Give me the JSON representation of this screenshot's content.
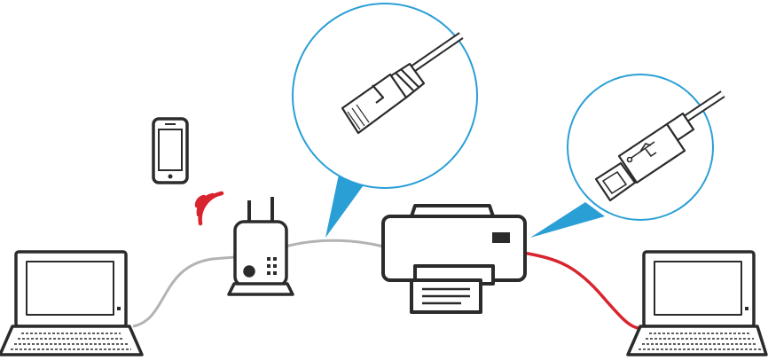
{
  "colors": {
    "background": "#ffffff",
    "outline": "#2b2b2b",
    "cable_gray": "#b3b3b3",
    "cable_red": "#d9232e",
    "callout_blue": "#2a9fd6",
    "wifi_red": "#d9232e",
    "screen_fill": "#ffffff"
  },
  "icons": {
    "left_laptop": "laptop-icon",
    "right_laptop": "laptop-icon",
    "smartphone": "smartphone-icon",
    "wireless_signal": "wifi-signal-icon",
    "router": "wireless-router-icon",
    "printer": "printer-icon",
    "ethernet_connector": "rj45-connector-icon",
    "usb_connector": "usb-type-b-connector-icon",
    "usb_symbol": "usb-symbol-icon"
  },
  "connections": [
    {
      "from": "left_laptop",
      "to": "router",
      "type": "ethernet",
      "color": "#b3b3b3"
    },
    {
      "from": "router",
      "to": "printer",
      "type": "ethernet",
      "color": "#b3b3b3"
    },
    {
      "from": "printer",
      "to": "right_laptop",
      "type": "usb",
      "color": "#d9232e"
    }
  ],
  "callouts": [
    {
      "target": "router_printer_cable",
      "shows": "ethernet_connector"
    },
    {
      "target": "printer_usb_port",
      "shows": "usb_connector"
    }
  ]
}
